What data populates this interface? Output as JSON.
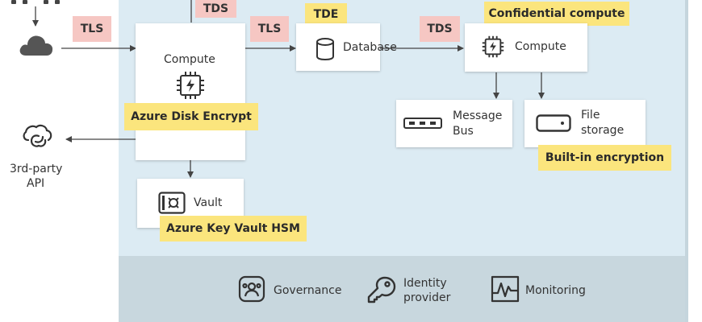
{
  "security_tags": {
    "tls_left": "TLS",
    "tds_top": "TDS",
    "tls_mid": "TLS",
    "tde": "TDE",
    "tds_right": "TDS",
    "confidential_compute": "Confidential compute",
    "azure_disk_encrypt": "Azure Disk Encrypt",
    "azure_key_vault_hsm": "Azure Key Vault HSM",
    "built_in_encryption": "Built-in encryption"
  },
  "nodes": {
    "compute_main": "Compute",
    "database": "Database",
    "compute_confidential": "Compute",
    "message_bus_line1": "Message",
    "message_bus_line2": "Bus",
    "file_storage_line1": "File",
    "file_storage_line2": "storage",
    "vault": "Vault",
    "third_party_line1": "3rd-party",
    "third_party_line2": "API"
  },
  "footer": {
    "governance": "Governance",
    "identity_line1": "Identity",
    "identity_line2": "provider",
    "monitoring": "Monitoring"
  },
  "icons": {
    "cloud": "cloud-icon",
    "cloud_api": "cloud-api-icon",
    "processor": "processor-icon",
    "database": "database-icon",
    "message_bus": "message-bus-icon",
    "file_storage": "file-storage-icon",
    "vault": "vault-icon",
    "governance": "governance-icon",
    "key": "key-icon",
    "monitoring": "monitoring-icon"
  },
  "colors": {
    "region": "#dcebf3",
    "footer": "#c8d7de",
    "tag_pink": "#f6c7c3",
    "tag_yellow": "#fbe57d",
    "line": "#444444"
  }
}
